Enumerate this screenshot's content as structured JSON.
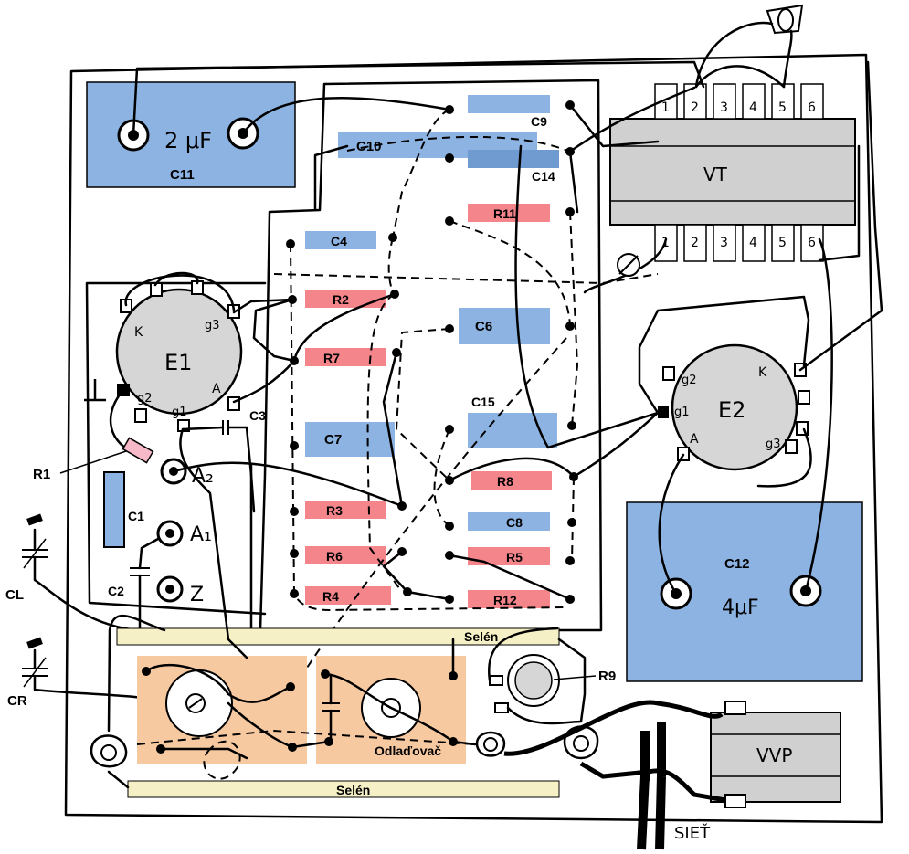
{
  "colors": {
    "capacitor": "#8db3e2",
    "resistor": "#f4868b",
    "selenium_strip": "#f6f0c6",
    "switch_board": "#f7c9a1",
    "tube": "#d6d6d6",
    "transformer": "#d0d0d0"
  },
  "labels": {
    "c11": "C11",
    "c11_value": "2 μF",
    "c10": "C10",
    "c9": "C9",
    "c14": "C14",
    "c4": "C4",
    "c6": "C6",
    "c7": "C7",
    "c15": "C15",
    "c8": "C8",
    "c1": "C1",
    "c2": "C2",
    "c3": "C3",
    "c12": "C12",
    "c12_value": "4μF",
    "r11": "R11",
    "r2": "R2",
    "r7": "R7",
    "r3": "R3",
    "r6": "R6",
    "r4": "R4",
    "r8": "R8",
    "r5": "R5",
    "r12": "R12",
    "r1": "R1",
    "r9": "R9",
    "e1": "E1",
    "e2": "E2",
    "vt": "VT",
    "vvp": "VVP",
    "cl": "CL",
    "cr": "CR",
    "selen_top": "Selén",
    "selen_bottom": "Selén",
    "odladovac": "Odlaďovač",
    "siet": "SIEŤ",
    "a2": "A₂",
    "a1": "A₁",
    "z": "Z"
  },
  "e1_pins": {
    "k": "K",
    "g3": "g3",
    "g2": "g2",
    "g1": "g1",
    "a": "A"
  },
  "e2_pins": {
    "k": "K",
    "g2": "g2",
    "g1": "g1",
    "g3": "g3",
    "a": "A"
  },
  "vt_pins_top": [
    "1",
    "2",
    "3",
    "4",
    "5",
    "6"
  ],
  "vt_pins_bottom": [
    "1",
    "2",
    "3",
    "4",
    "5",
    "6"
  ]
}
